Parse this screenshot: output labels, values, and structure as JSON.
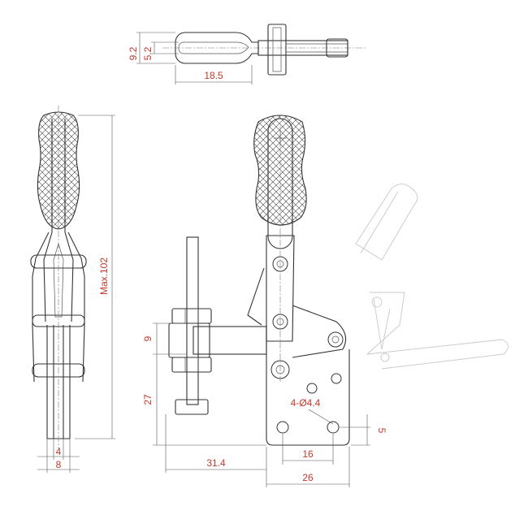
{
  "dimensions": {
    "top_height_outer": "9.2",
    "top_height_inner": "5.2",
    "top_length": "18.5",
    "max_length": "Max.102",
    "base_width_inner": "4",
    "base_width_outer": "8",
    "spindle_offset": "9",
    "spindle_height": "27",
    "reach": "31.4",
    "hole_spacing": "16",
    "base_width": "26",
    "hole_edge": "5",
    "holes": "4-Ø4.4"
  },
  "colors": {
    "dimension_text": "#c0392b",
    "outline": "#333333",
    "ghost_outline": "#c8c8c8"
  }
}
